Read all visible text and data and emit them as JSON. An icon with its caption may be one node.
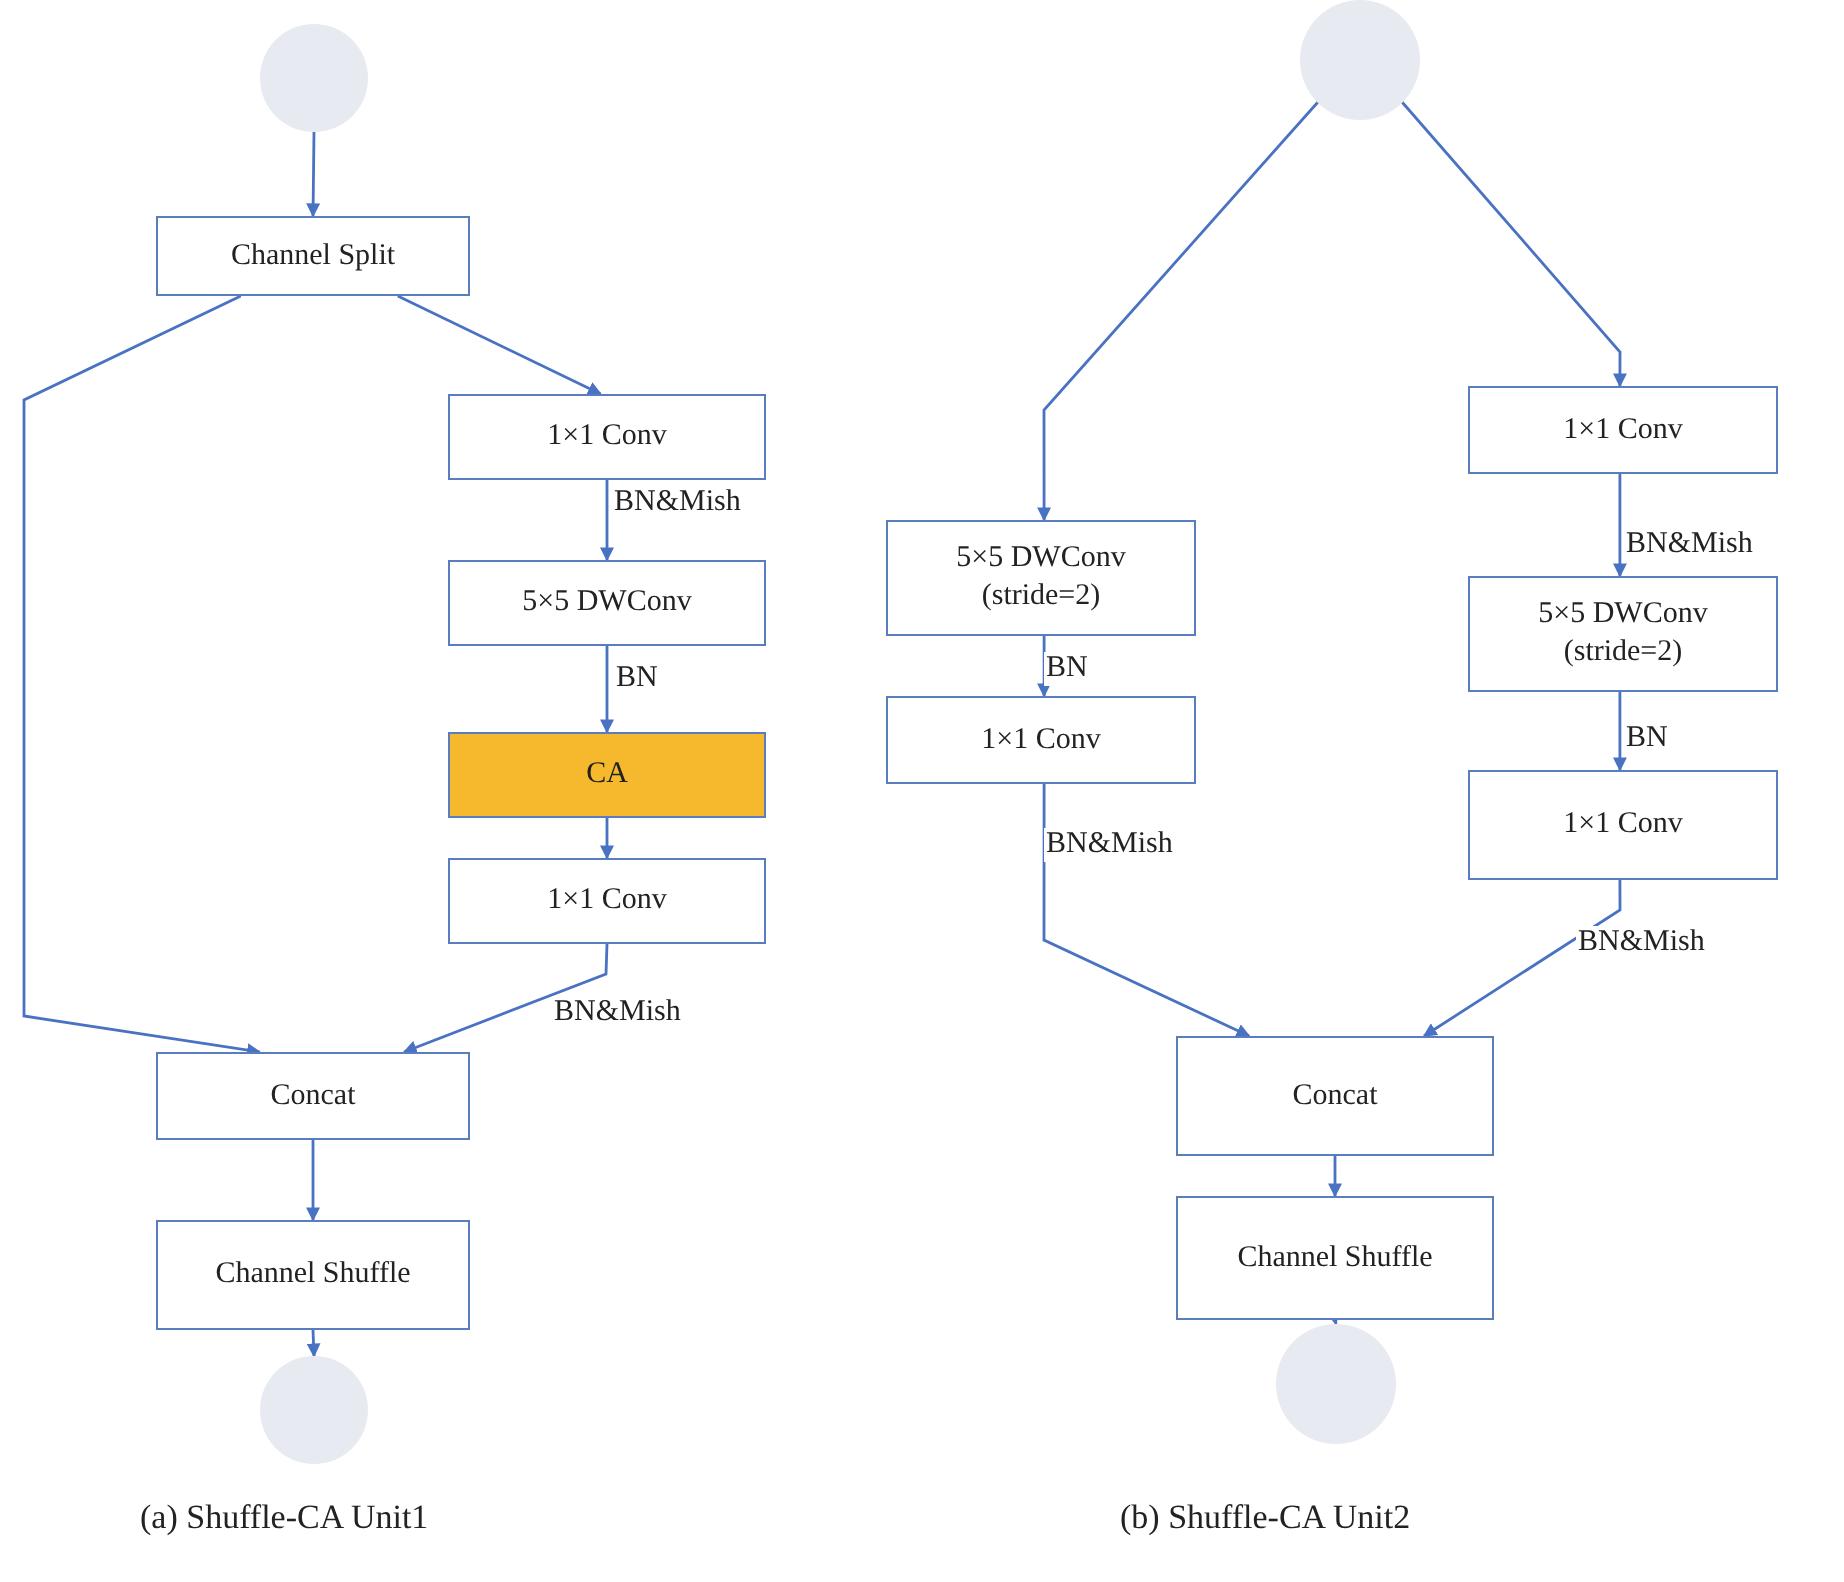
{
  "diagram": {
    "nodes": [
      {
        "text": [],
        "shape": "circle"
      },
      {
        "text": [
          "Channel Split"
        ]
      },
      {
        "text": [
          "1×1 Conv"
        ]
      },
      {
        "text": [
          "5×5 DWConv"
        ]
      },
      {
        "text": [
          "CA"
        ]
      },
      {
        "text": [
          "1×1 Conv"
        ]
      },
      {
        "text": [
          "Concat"
        ]
      },
      {
        "text": [
          "Channel Shuffle"
        ]
      },
      {
        "text": [],
        "shape": "circle"
      },
      {
        "text": [],
        "shape": "circle"
      },
      {
        "text": [
          "5×5 DWConv (stride=2)"
        ]
      },
      {
        "text": [
          "1×1 Conv"
        ]
      },
      {
        "text": [
          "1×1 Conv"
        ]
      },
      {
        "text": [
          "5×5 DWConv (stride=2)"
        ]
      },
      {
        "text": [
          "1×1 Conv"
        ]
      },
      {
        "text": [
          "Concat"
        ]
      },
      {
        "text": [
          "Channel Shuffle"
        ]
      },
      {
        "text": [],
        "shape": "circle"
      }
    ],
    "edges": [
      {
        "from": 0,
        "to": 1,
        "arrow": "to"
      },
      {
        "from": 1,
        "to": 6,
        "arrow": "to"
      },
      {
        "from": 1,
        "to": 2,
        "arrow": "to"
      },
      {
        "from": 2,
        "to": 3,
        "label": "BN&Mish",
        "arrow": "to"
      },
      {
        "from": 3,
        "to": 4,
        "label": "BN",
        "arrow": "to"
      },
      {
        "from": 4,
        "to": 5,
        "arrow": "to"
      },
      {
        "from": 5,
        "to": 6,
        "label": "BN&Mish",
        "arrow": "to"
      },
      {
        "from": 6,
        "to": 7,
        "arrow": "to"
      },
      {
        "from": 7,
        "to": 8,
        "arrow": "to"
      },
      {
        "from": 9,
        "to": 10,
        "arrow": "to"
      },
      {
        "from": 9,
        "to": 12,
        "arrow": "to"
      },
      {
        "from": 10,
        "to": 11,
        "label": "BN",
        "arrow": "to"
      },
      {
        "from": 11,
        "to": 15,
        "label": "BN&Mish",
        "arrow": "to"
      },
      {
        "from": 12,
        "to": 13,
        "label": "BN&Mish",
        "arrow": "to"
      },
      {
        "from": 13,
        "to": 14,
        "label": "BN",
        "arrow": "to"
      },
      {
        "from": 14,
        "to": 15,
        "label": "BN&Mish",
        "arrow": "to"
      },
      {
        "from": 15,
        "to": 16,
        "arrow": "to"
      },
      {
        "from": 16,
        "to": 17,
        "arrow": "to"
      }
    ],
    "labels": [
      "(a) Shuffle-CA Unit1",
      "(b) Shuffle-CA Unit2"
    ]
  }
}
